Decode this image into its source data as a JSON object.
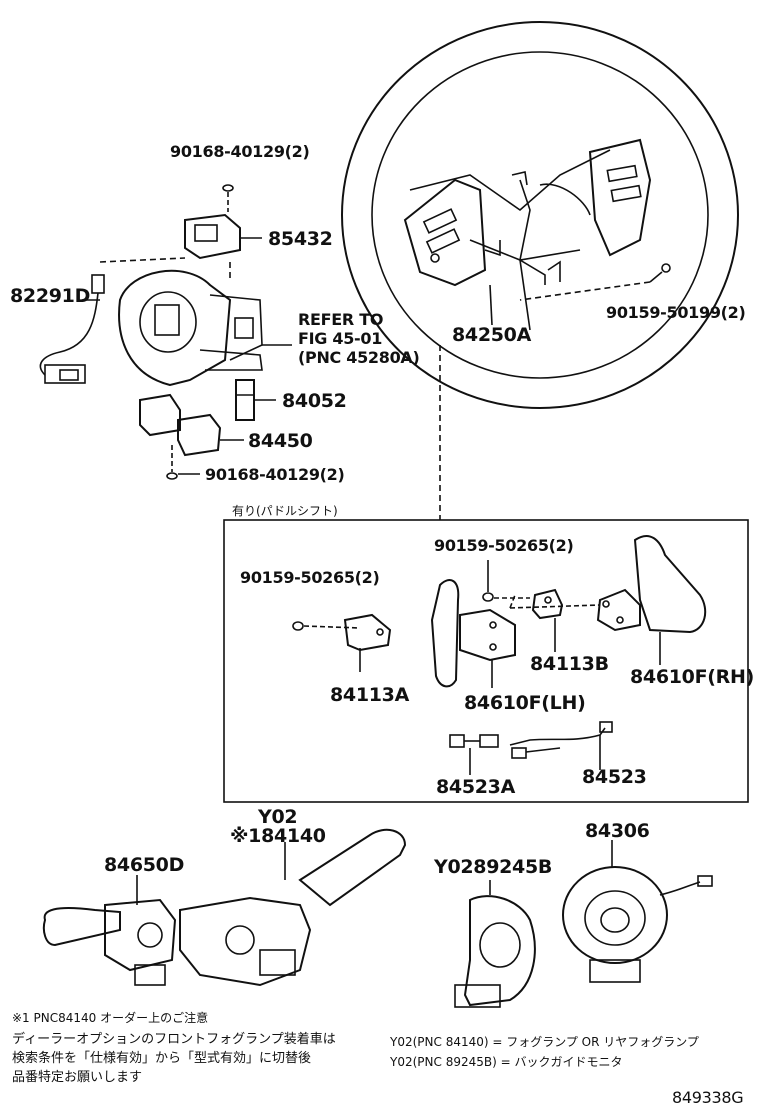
{
  "labels": {
    "bolt_top": "90168-40129(2)",
    "switch_85432": "85432",
    "wire_82291d": "82291D",
    "refer_1": "REFER TO",
    "refer_2": "FIG 45-01",
    "refer_3": "(PNC 45280A)",
    "part_84052": "84052",
    "part_84450": "84450",
    "bolt_bottom": "90168-40129(2)",
    "switch_84250a": "84250A",
    "screw_rh": "90159-50199(2)",
    "box_title": "有り(パドルシフト)",
    "screw_box_right": "90159-50265(2)",
    "screw_box_left": "90159-50265(2)",
    "bracket_84113a": "84113A",
    "bracket_84113b": "84113B",
    "paddle_rh": "84610F(RH)",
    "paddle_lh": "84610F(LH)",
    "harness_84523a": "84523A",
    "harness_84523": "84523",
    "y02": "Y02",
    "part_84140": "※184140",
    "part_84650d": "84650D",
    "part_y0289245b": "Y0289245B",
    "part_84306": "84306",
    "diagram_id": "849338G"
  },
  "notes": {
    "note_head": "※1  PNC84140  オーダー上のご注意",
    "note_line1": "ディーラーオプションのフロントフォグランプ装着車は",
    "note_line2": "検索条件を「仕様有効」から「型式有効」に切替後",
    "note_line3": "品番特定お願いします",
    "y02_line1": "Y02(PNC 84140) = フォグランプ OR リヤフォグランプ",
    "y02_line2": "Y02(PNC 89245B) = バックガイドモニタ"
  }
}
